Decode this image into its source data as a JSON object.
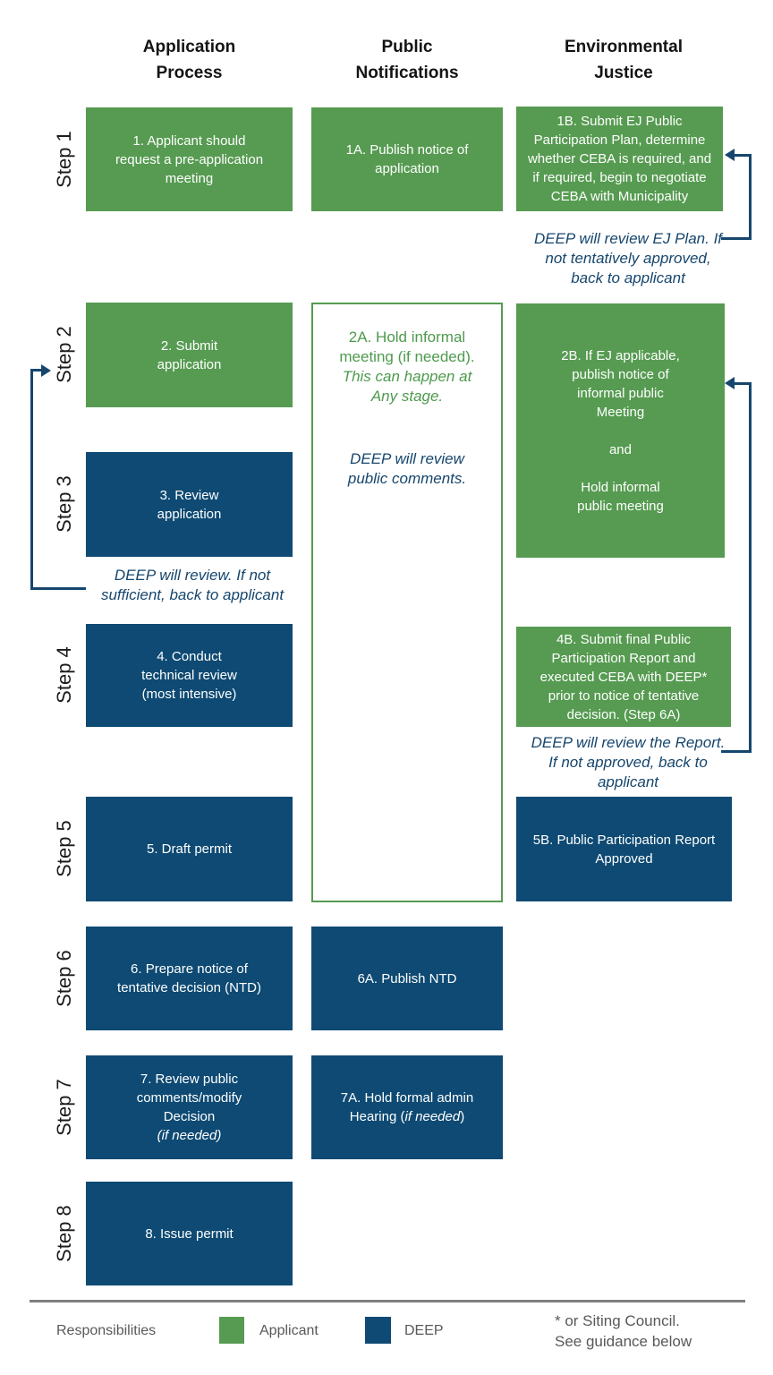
{
  "columns": [
    {
      "title": "Application\nProcess"
    },
    {
      "title": "Public\nNotifications"
    },
    {
      "title": "Environmental\nJustice"
    }
  ],
  "step_labels": [
    "Step 1",
    "Step 2",
    "Step 3",
    "Step 4",
    "Step 5",
    "Step 6",
    "Step 7",
    "Step 8"
  ],
  "boxes": {
    "b1": {
      "text": "1. Applicant should\nrequest a pre-application\nmeeting"
    },
    "b1a": {
      "text": "1A. Publish notice of\napplication"
    },
    "b1b": {
      "text": "1B. Submit EJ Public\nParticipation Plan, determine\nwhether CEBA is required, and\nif required, begin to negotiate\nCEBA with Municipality"
    },
    "b2": {
      "text": "2. Submit\napplication"
    },
    "b2a": {
      "normal": "2A. Hold informal\nmeeting (if needed).",
      "italic": "This can happen at\nAny stage.",
      "note": "DEEP will review\npublic comments."
    },
    "b2b": {
      "text": "2B. If EJ applicable,\npublish notice of\ninformal public\nMeeting\n\nand\n\nHold informal\npublic meeting"
    },
    "b3": {
      "text": "3. Review\napplication"
    },
    "b4": {
      "text": "4. Conduct\ntechnical review\n(most intensive)"
    },
    "b4b": {
      "text": "4B. Submit final Public\nParticipation Report and\nexecuted CEBA with DEEP*\nprior to notice of tentative\ndecision. (Step 6A)"
    },
    "b5": {
      "text": "5. Draft permit"
    },
    "b5b": {
      "text": "5B. Public Participation Report\nApproved"
    },
    "b6": {
      "text": "6. Prepare notice of\ntentative decision (NTD)"
    },
    "b6a": {
      "text": "6A. Publish NTD"
    },
    "b7": {
      "lines12": "7. Review public\ncomments/modify\nDecision",
      "italic": "(if needed)"
    },
    "b7a": {
      "line1": "7A. Hold formal admin",
      "line2_pre": "Hearing (",
      "line2_it": "if needed",
      "line2_post": ")"
    },
    "b8": {
      "text": "8. Issue permit"
    }
  },
  "notes": {
    "n1b": "DEEP will review EJ Plan. If\nnot tentatively approved,\nback to applicant",
    "n3": "DEEP will review. If not\nsufficient, back to applicant",
    "n4b": "DEEP will review the Report.\nIf not approved, back to\napplicant"
  },
  "legend": {
    "title": "Responsibilities",
    "applicant_label": "Applicant",
    "deep_label": "DEEP",
    "footnote": "* or Siting Council.\nSee guidance below"
  },
  "colors": {
    "applicant_green": "#569b51",
    "deep_blue": "#0e4a73",
    "note_blue": "#16466d",
    "legend_gray": "#595959",
    "divider_gray": "#7f7f7f"
  }
}
